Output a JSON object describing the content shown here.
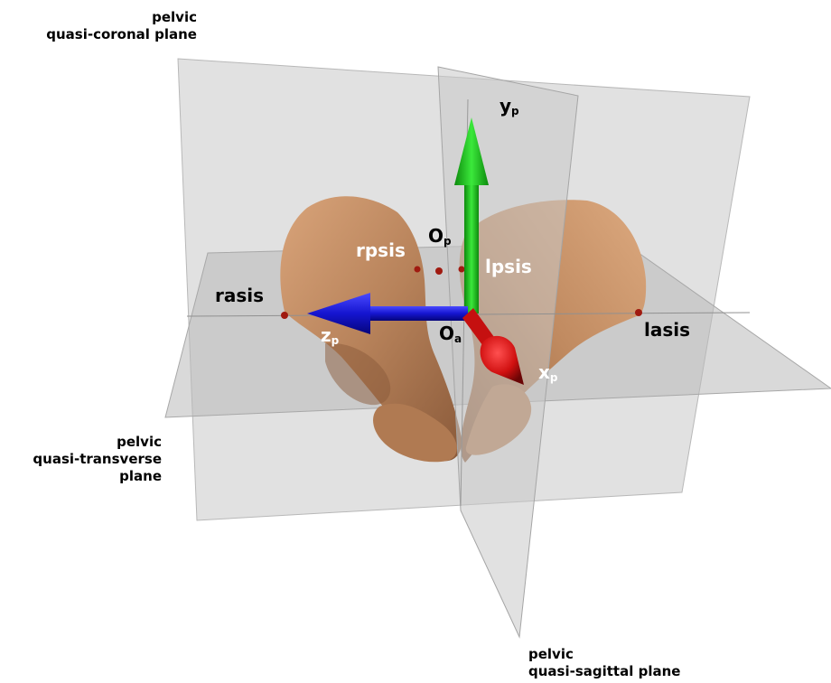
{
  "planes": {
    "coronal": [
      "pelvic",
      "quasi-coronal plane"
    ],
    "transverse": [
      "pelvic",
      "quasi-transverse",
      "plane"
    ],
    "sagittal": [
      "pelvic",
      "quasi-sagittal plane"
    ]
  },
  "landmarks": {
    "rasis": "rasis",
    "lasis": "lasis",
    "rpsis": "rpsis",
    "lpsis": "lpsis"
  },
  "origins": {
    "op_main": "O",
    "op_sub": "p",
    "oa_main": "O",
    "oa_sub": "a"
  },
  "axes": {
    "y_main": "y",
    "y_sub": "p",
    "z_main": "z",
    "z_sub": "p",
    "x_main": "x",
    "x_sub": "p"
  },
  "colors": {
    "x_axis": "#e01818",
    "y_axis": "#1fd41f",
    "z_axis": "#1515e0",
    "bone": "#c48a5c",
    "plane": "#c8c8c8"
  }
}
